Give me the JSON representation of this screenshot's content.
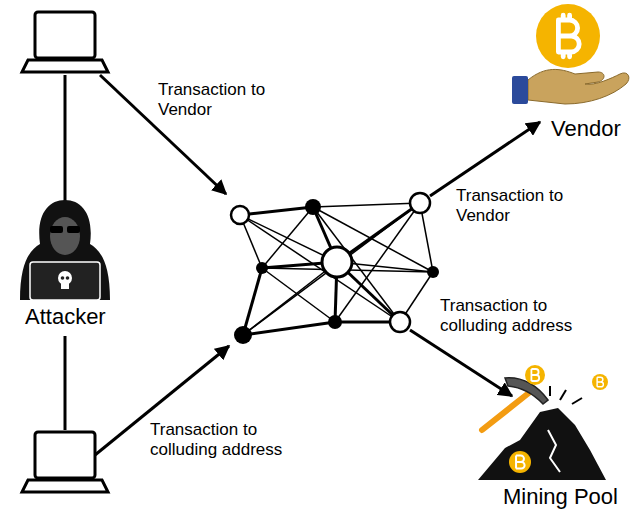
{
  "diagram": {
    "nodes": [
      {
        "text": [
          "Attacker"
        ]
      },
      {
        "text": [
          "Vendor"
        ]
      },
      {
        "text": [
          "Mining Pool"
        ]
      }
    ],
    "labels": [
      "Transaction to Vendor",
      "Transaction to Vendor",
      "Transaction to colluding address",
      "Transaction to colluding address"
    ]
  }
}
